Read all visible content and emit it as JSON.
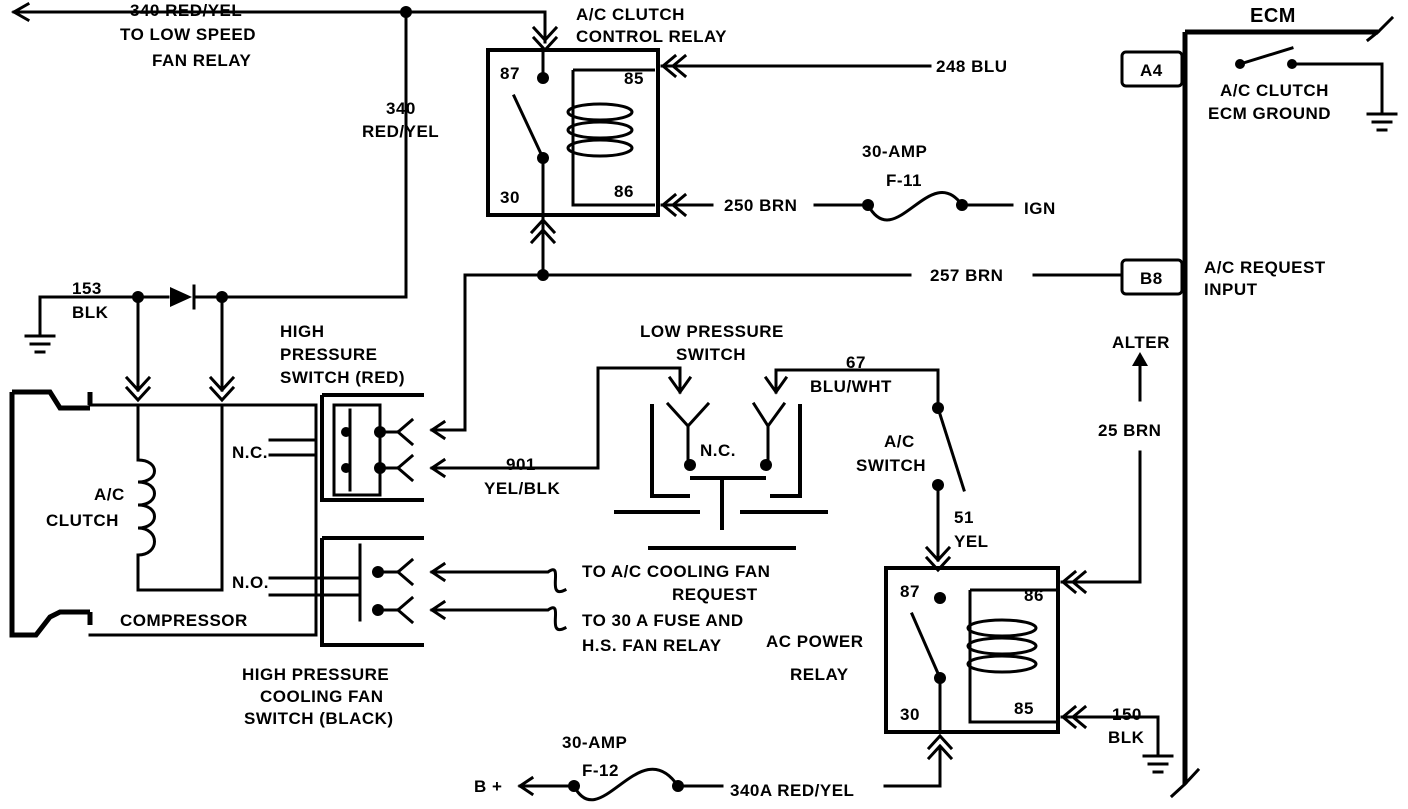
{
  "colors": {
    "line": "#000000",
    "background": "#ffffff"
  },
  "ecm": {
    "title": "ECM",
    "pin_a4": "A4",
    "pin_b8": "B8",
    "ground_line1": "A/C CLUTCH",
    "ground_line2": "ECM GROUND",
    "request_line1": "A/C REQUEST",
    "request_line2": "INPUT"
  },
  "wires": {
    "w340_top_line1": "340 RED/YEL",
    "w340_top_line2": "TO LOW SPEED",
    "w340_top_line3": "FAN RELAY",
    "w340_mid_line1": "340",
    "w340_mid_line2": "RED/YEL",
    "w248": "248  BLU",
    "w250": "250  BRN",
    "ign": "IGN",
    "w257": "257  BRN",
    "w153_line1": "153",
    "w153_line2": "BLK",
    "w901_line1": "901",
    "w901_line2": "YEL/BLK",
    "w67_line1": "67",
    "w67_line2": "BLU/WHT",
    "w51_line1": "51",
    "w51_line2": "YEL",
    "w25": "25  BRN",
    "alter": "ALTER",
    "w150_line1": "150",
    "w150_line2": "BLK",
    "w340a": "340A  RED/YEL",
    "bplus": "B +"
  },
  "fuses": {
    "f11_line1": "30-AMP",
    "f11_line2": "F-11",
    "f12_line1": "30-AMP",
    "f12_line2": "F-12"
  },
  "control_relay": {
    "label_line1": "A/C CLUTCH",
    "label_line2": "CONTROL RELAY",
    "pin87": "87",
    "pin85": "85",
    "pin30": "30",
    "pin86": "86"
  },
  "power_relay": {
    "label_line1": "AC POWER",
    "label_line2": "RELAY",
    "pin87": "87",
    "pin86": "86",
    "pin30": "30",
    "pin85": "85"
  },
  "compressor": {
    "clutch_line1": "A/C",
    "clutch_line2": "CLUTCH",
    "label": "COMPRESSOR",
    "nc": "N.C.",
    "no": "N.O."
  },
  "high_pressure_switch": {
    "line1": "HIGH",
    "line2": "PRESSURE",
    "line3": "SWITCH (RED)"
  },
  "low_pressure_switch": {
    "line1": "LOW PRESSURE",
    "line2": "SWITCH",
    "nc": "N.C."
  },
  "fan_switch": {
    "line1": "HIGH PRESSURE",
    "line2": "COOLING FAN",
    "line3": "SWITCH (BLACK)",
    "to1_line1": "TO A/C COOLING FAN",
    "to1_line2": "REQUEST",
    "to2_line1": "TO 30 A FUSE AND",
    "to2_line2": "H.S. FAN RELAY"
  },
  "ac_switch": {
    "line1": "A/C",
    "line2": "SWITCH"
  }
}
